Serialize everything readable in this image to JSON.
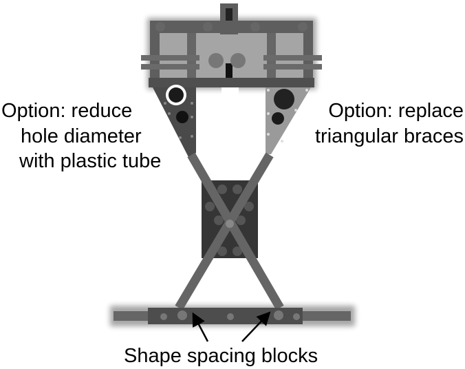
{
  "annotations": {
    "left": [
      "Option: reduce",
      "hole diameter",
      "with plastic tube"
    ],
    "right": [
      "Option: replace",
      "triangular braces"
    ],
    "bottom": "Shape spacing blocks"
  },
  "colors": {
    "frame": "#5e5e5e",
    "frame_dark": "#444444",
    "brace_light": "#9a9a9a",
    "block": "#3a3a3a",
    "arrow": "#000000"
  }
}
